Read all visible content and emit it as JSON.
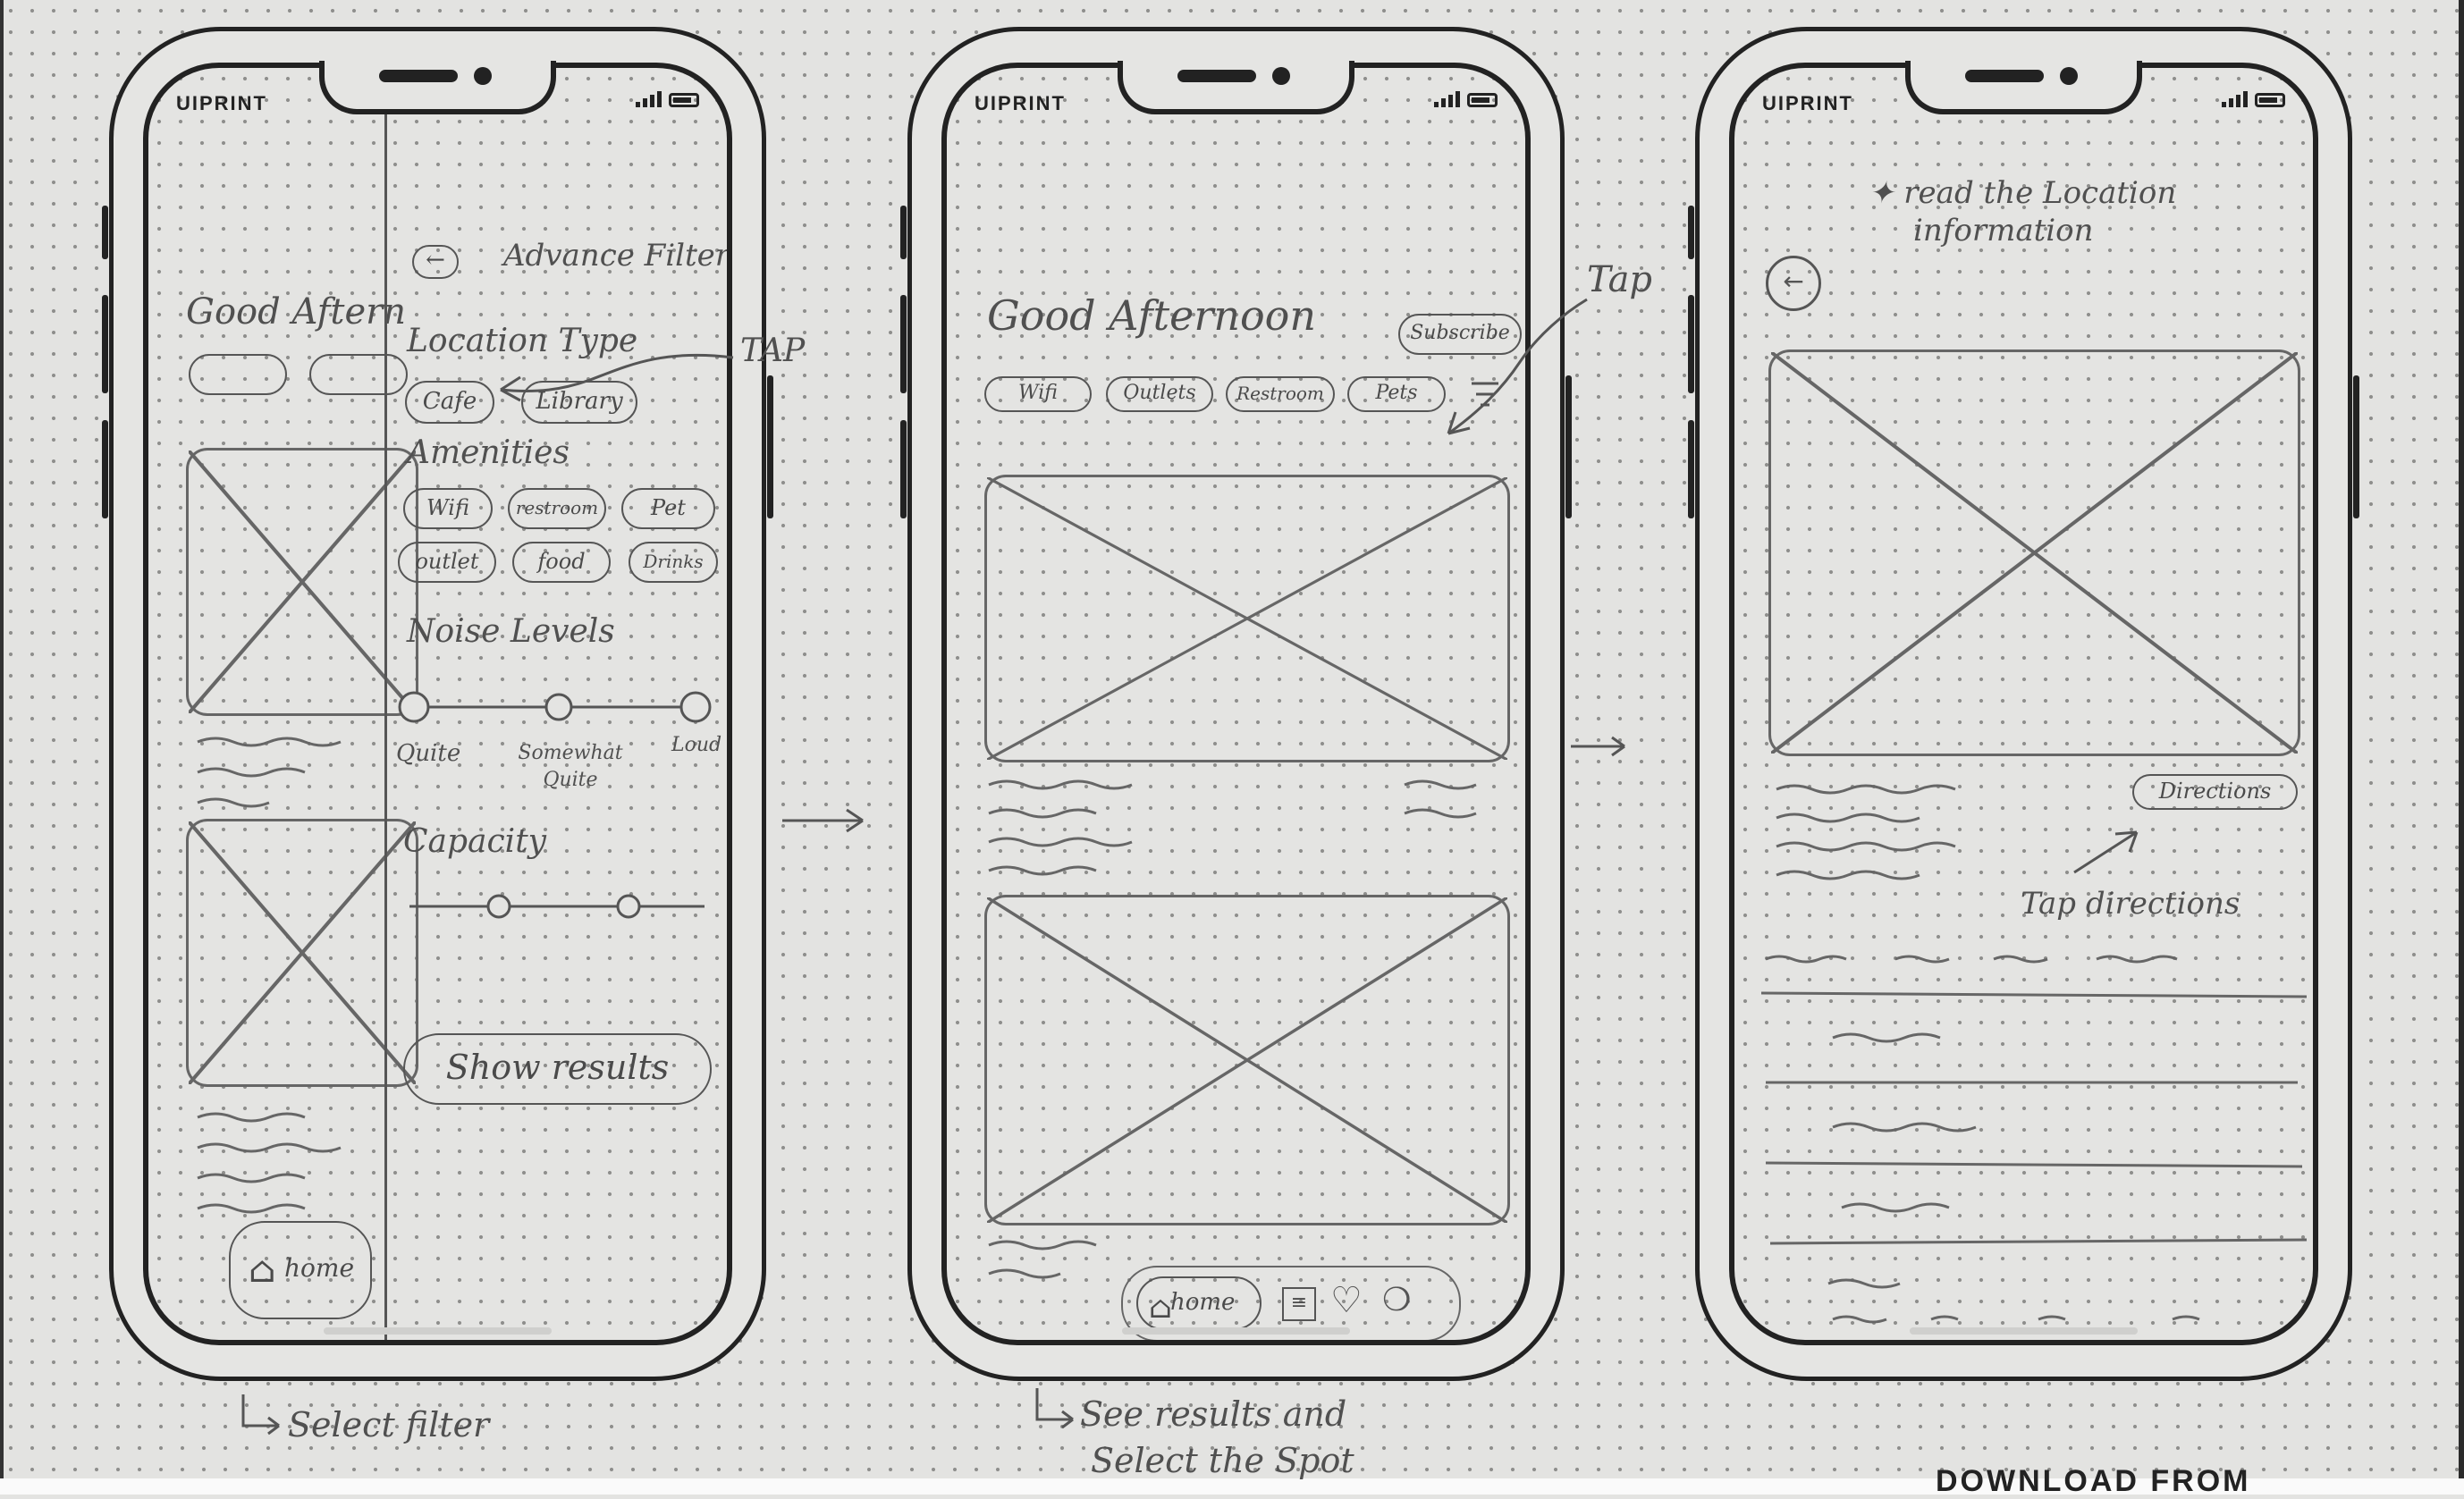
{
  "brand": "UIPRINT",
  "screens": {
    "filter": {
      "greeting_partial": "Good Aftern",
      "back_icon": "back-arrow-icon",
      "title": "Advance Filters",
      "location_type_heading": "Location Type",
      "location_types": [
        "Cafe",
        "Library"
      ],
      "amenities_heading": "Amenities",
      "amenities_row1": [
        "Wifi",
        "restroom",
        "Pet"
      ],
      "amenities_row2": [
        "outlet",
        "food",
        "Drinks"
      ],
      "noise_heading": "Noise Levels",
      "noise_labels": [
        "Quite",
        "Somewhat Quite",
        "Loud"
      ],
      "capacity_heading": "Capacity",
      "show_results_label": "Show results",
      "home_label": "home",
      "annotation_tap": "TAP",
      "caption": "Select filter"
    },
    "results": {
      "greeting": "Good Afternoon",
      "subscribe_label": "Subscribe",
      "chips": [
        "Wifi",
        "Outlets",
        "Restroom",
        "Pets"
      ],
      "filter_icon": "filter-menu-icon",
      "nav_home_label": "home",
      "nav_icons": [
        "list-icon",
        "heart-icon",
        "chat-icon"
      ],
      "annotation_tap": "Tap",
      "caption_line1": "See results and",
      "caption_line2": "Select the Spot"
    },
    "detail": {
      "back_icon": "back-arrow-icon",
      "annotation_line1": "read the Location",
      "annotation_line2": "information",
      "directions_label": "Directions",
      "annotation_tap": "Tap directions"
    }
  },
  "footer": "DOWNLOAD FROM"
}
